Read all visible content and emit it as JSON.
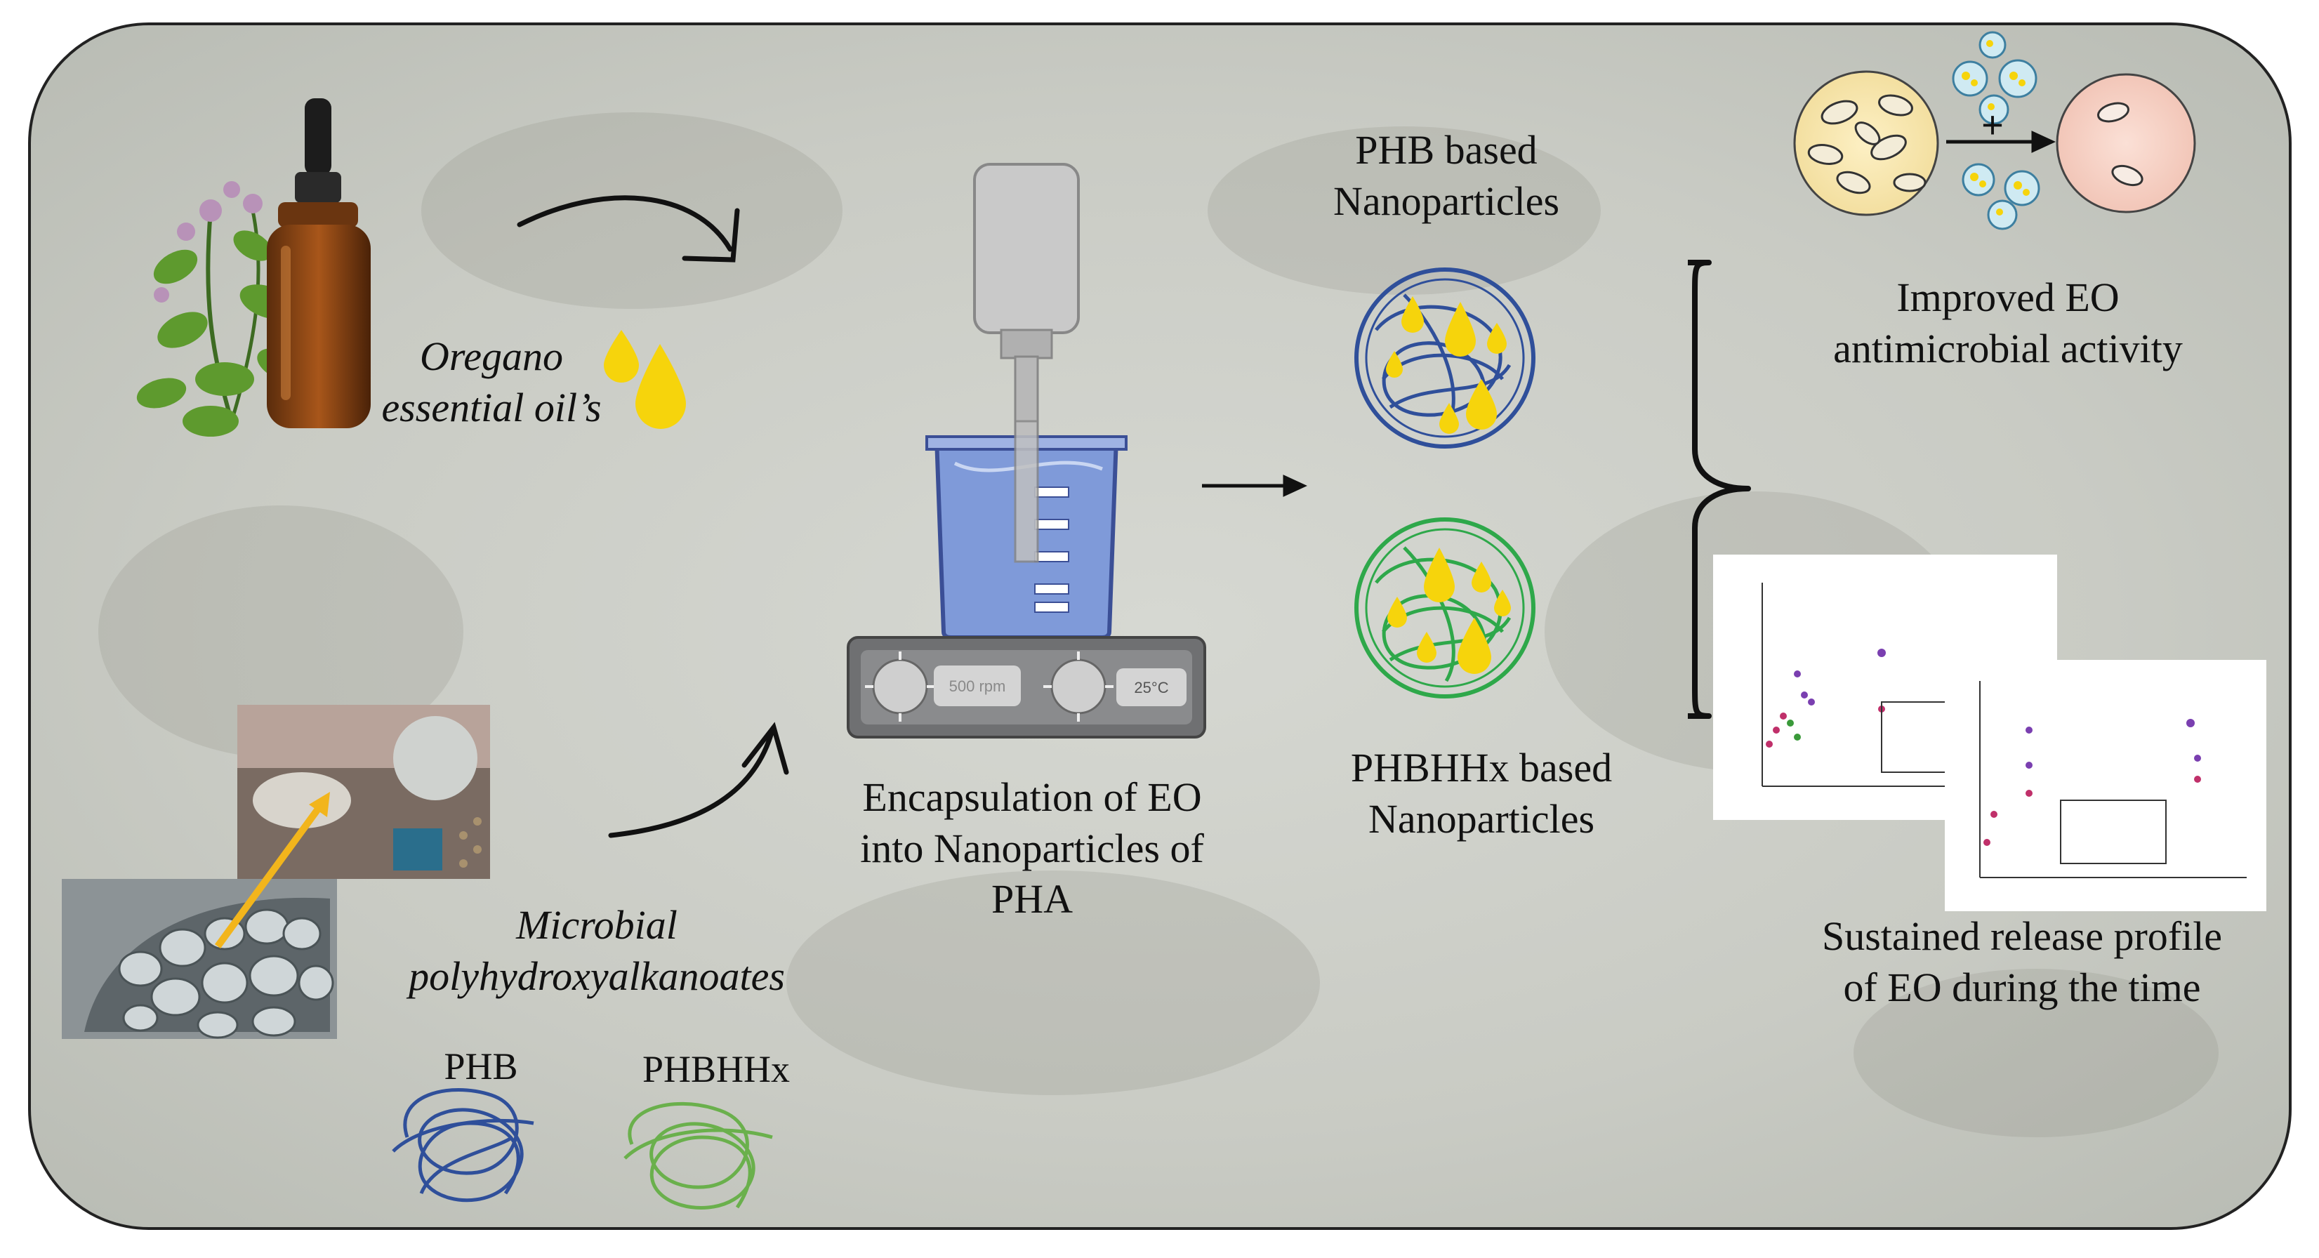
{
  "labels": {
    "oregano_line1": "Oregano",
    "oregano_line2": "essential oil’s",
    "microbial_line1": "Microbial",
    "microbial_line2": "polyhydroxyalkanoates",
    "phb": "PHB",
    "phbhhx": "PHBHHx",
    "encapsulation_line1": "Encapsulation of EO",
    "encapsulation_line2": "into Nanoparticles of",
    "encapsulation_line3": "PHA",
    "phb_np_line1": "PHB based",
    "phb_np_line2": "Nanoparticles",
    "phbhhx_np_line1": "PHBHHx  based",
    "phbhhx_np_line2": "Nanoparticles",
    "improved_line1": "Improved EO",
    "improved_line2": "antimicrobial activity",
    "sustained_line1": "Sustained release profile",
    "sustained_line2": "of EO during the time",
    "plus_sign": "+"
  },
  "stirrer": {
    "speed": "500 rpm",
    "temperature": "25°C"
  },
  "colors": {
    "phb_blue": "#2f4f9a",
    "phbhhx_green": "#2ea84a",
    "oil_yellow": "#f6d40c",
    "beaker_blue": "#7f9ad9",
    "arrow_black": "#111111"
  }
}
